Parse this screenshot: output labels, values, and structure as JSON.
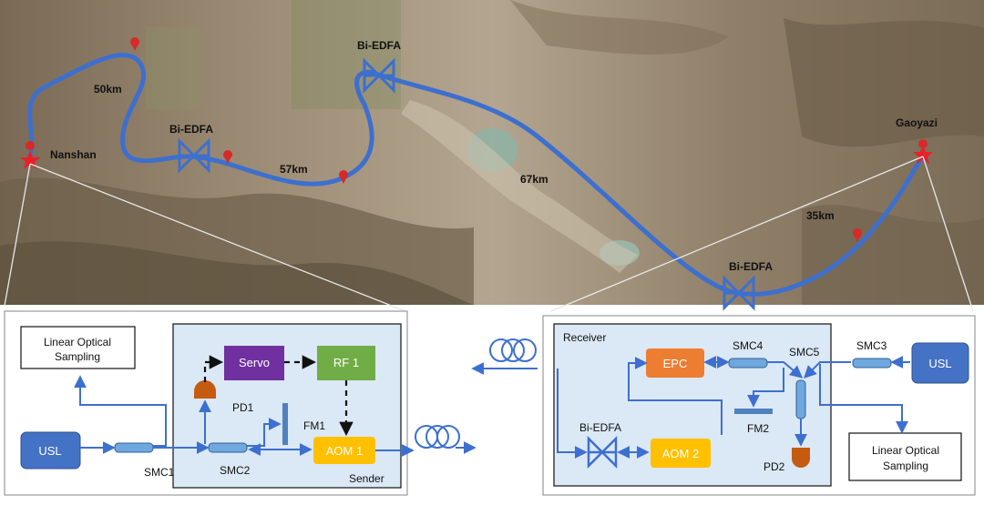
{
  "map": {
    "sites": {
      "nanshan": "Nanshan",
      "gaoyazi": "Gaoyazi"
    },
    "amplifiers": [
      "Bi-EDFA",
      "Bi-EDFA",
      "Bi-EDFA"
    ],
    "distances": [
      "50km",
      "57km",
      "67km",
      "35km"
    ]
  },
  "sender": {
    "label": "Sender",
    "linear_sampling": [
      "Linear Optical",
      "Sampling"
    ],
    "usl": "USL",
    "servo": "Servo",
    "rf1": "RF 1",
    "aom1": "AOM 1",
    "pd1": "PD1",
    "fm1": "FM1",
    "smc1": "SMC1",
    "smc2": "SMC2"
  },
  "receiver": {
    "label": "Receiver",
    "epc": "EPC",
    "smc4": "SMC4",
    "smc5": "SMC5",
    "smc3": "SMC3",
    "usl": "USL",
    "fm2": "FM2",
    "pd2": "PD2",
    "bi_edfa": "Bi-EDFA",
    "aom2": "AOM 2",
    "linear_sampling": [
      "Linear Optical",
      "Sampling"
    ]
  },
  "colors": {
    "fiber": "#3d6fcf",
    "box_fill": "#dbe8f5",
    "usl": "#4472c4",
    "servo": "#7030a0",
    "rf": "#70ad47",
    "aom": "#ffc000",
    "epc": "#ed7d31",
    "pd": "#c55a11",
    "star": "#e8202a",
    "pin": "#d62a2a"
  }
}
